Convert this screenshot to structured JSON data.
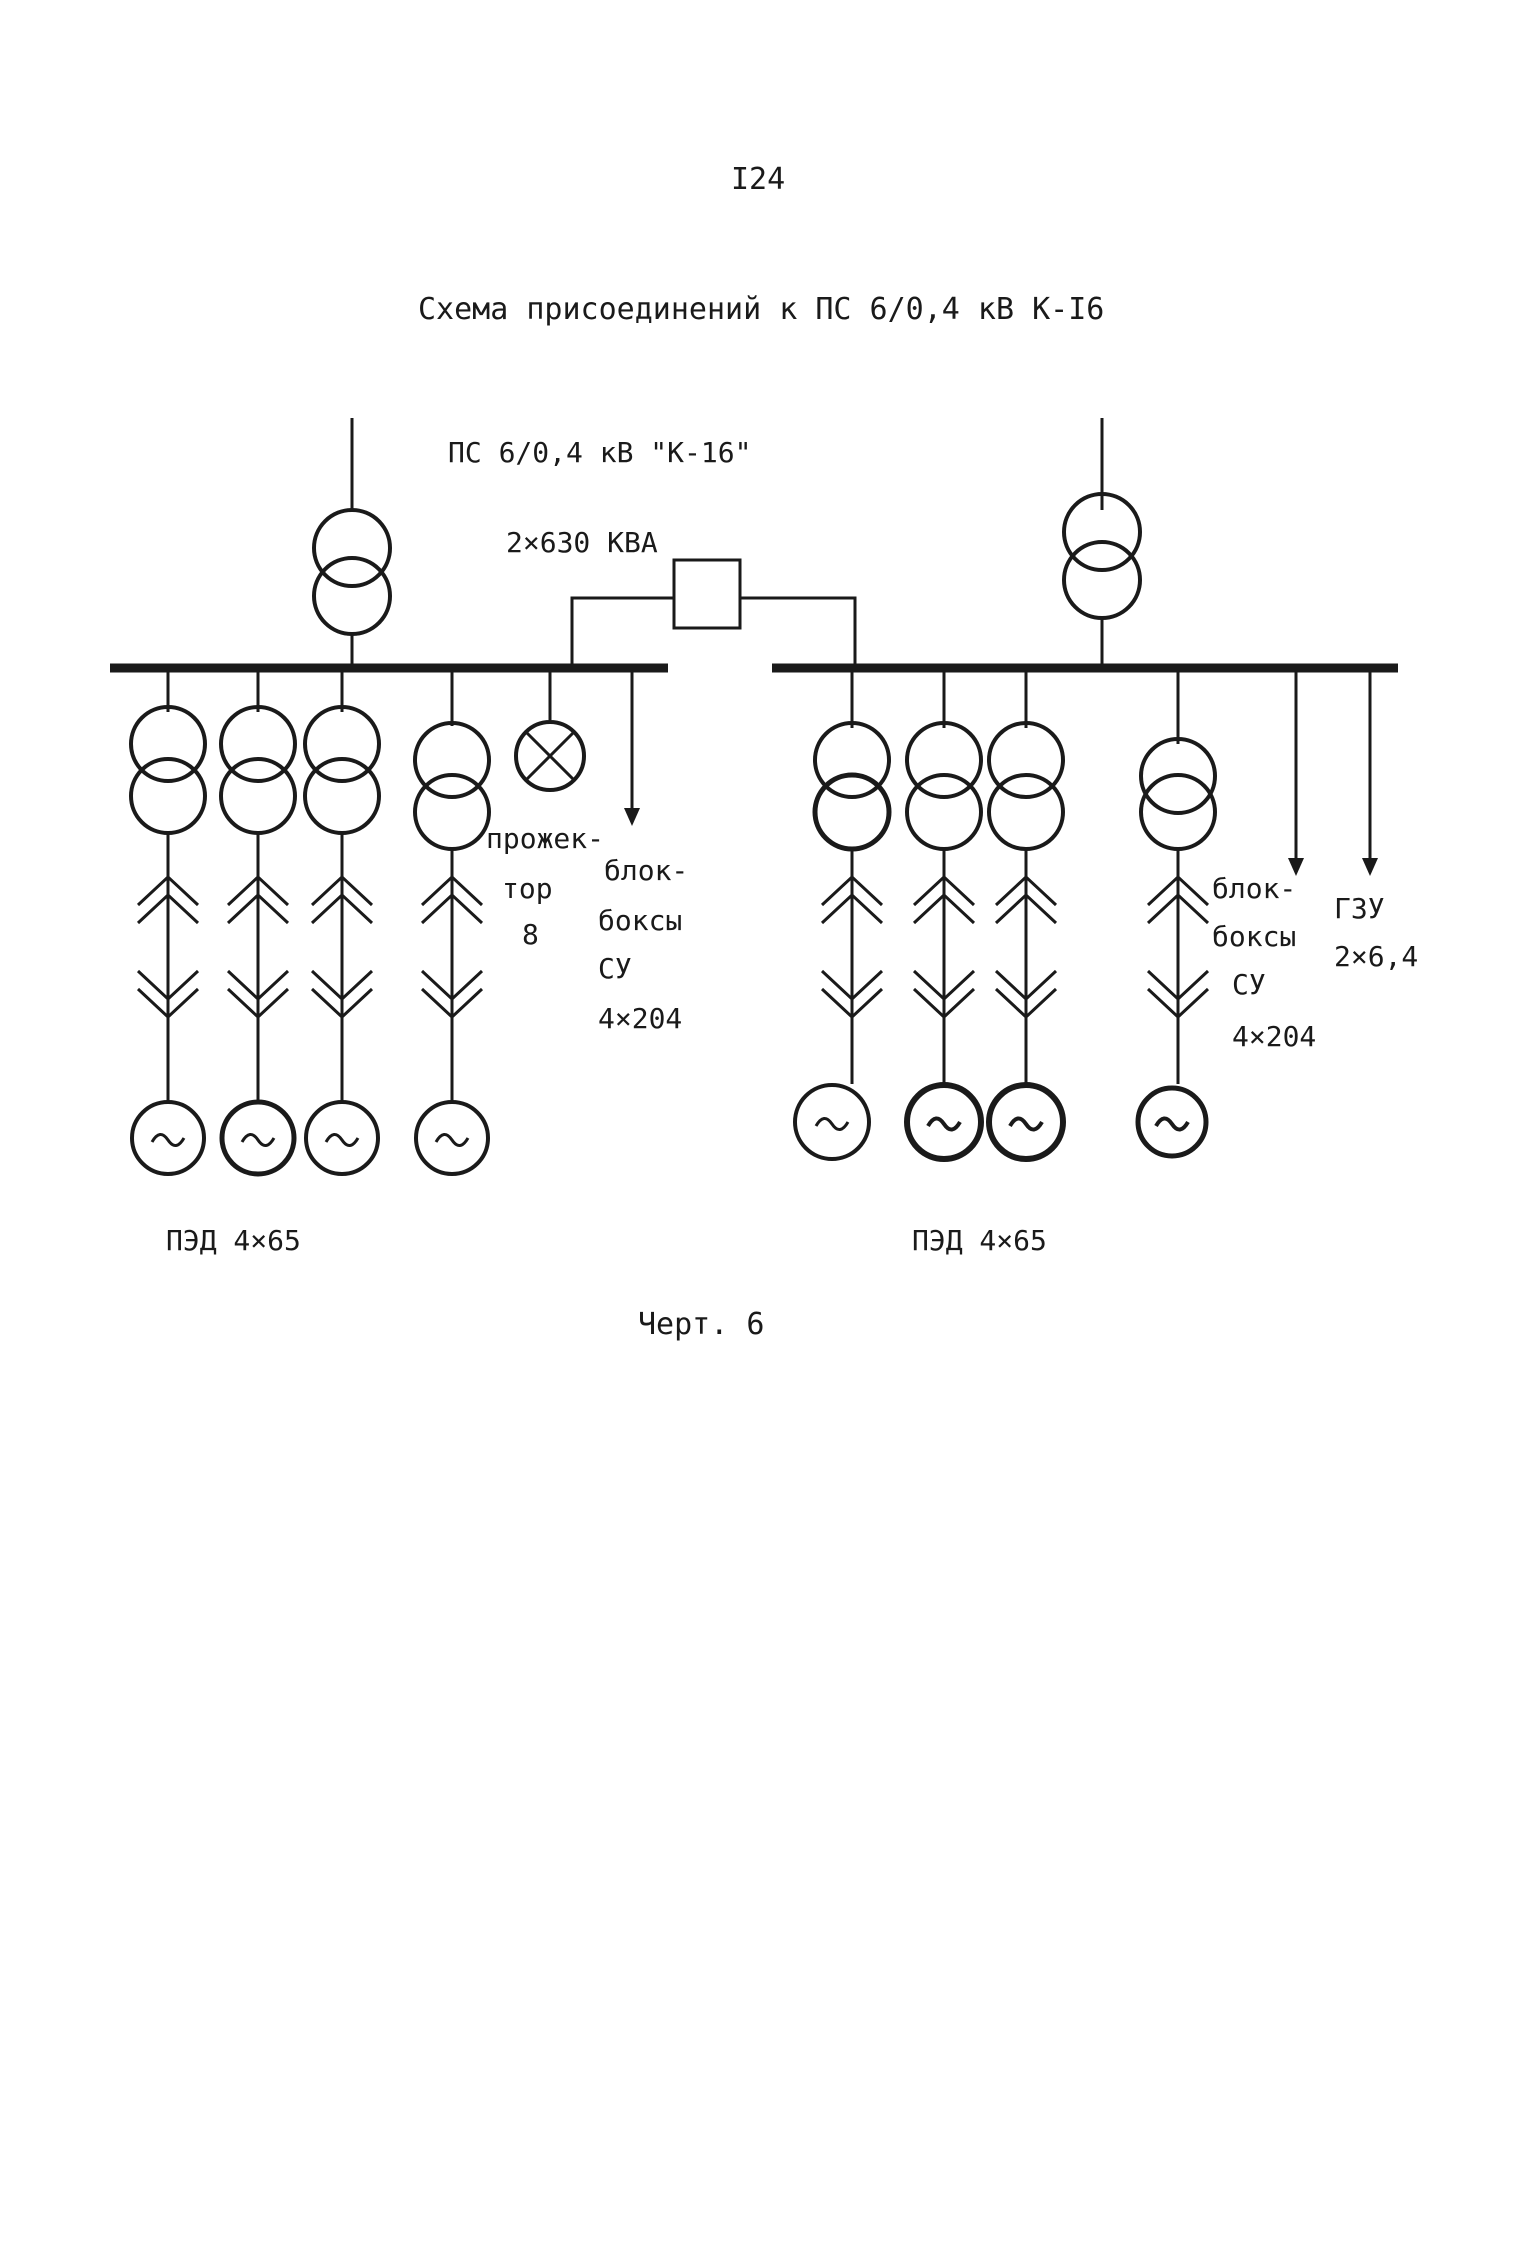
{
  "page_number": "I24",
  "title": "Схема присоединений к ПС 6/0,4 кВ К-I6",
  "substation_label": "ПС 6/0,4 кВ \"К-16\"",
  "transformer_rating": "2×630 КВА",
  "floodlight_label": [
    "прожек-",
    "тор",
    "8"
  ],
  "left_block_label": [
    "блок-",
    "боксы",
    "СУ",
    "4×204"
  ],
  "right_block_label": [
    "блок-",
    "боксы",
    "СУ",
    "4×204"
  ],
  "gzu_label": [
    "ГЗУ",
    "2×6,4"
  ],
  "left_motors_label": "ПЭД 4×65",
  "right_motors_label": "ПЭД 4×65",
  "figure_caption": "Черт. 6"
}
